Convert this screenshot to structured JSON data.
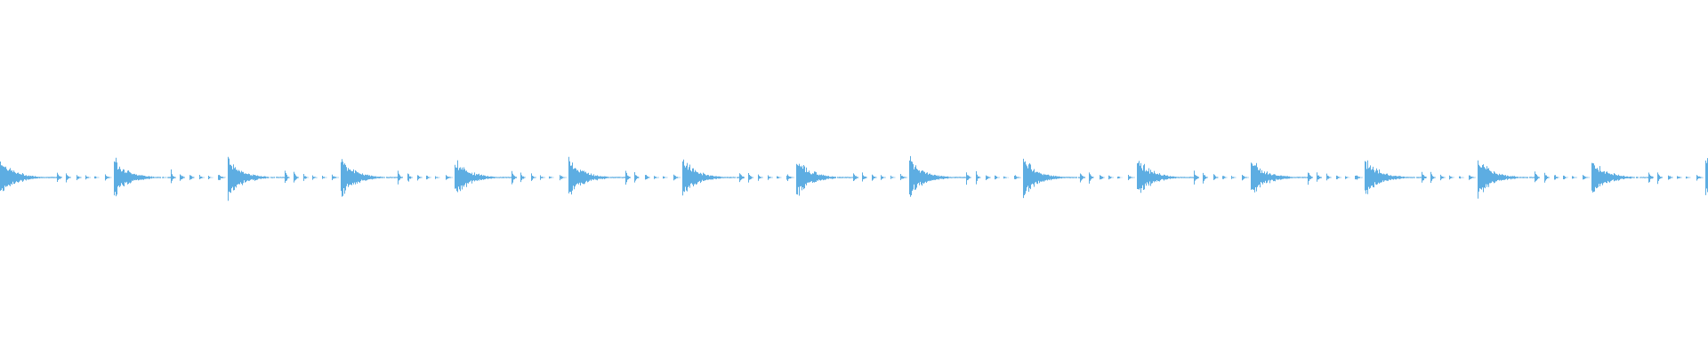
{
  "chart_data": {
    "type": "waveform",
    "color": "#5dade2",
    "background": "#ffffff",
    "axes": false,
    "grid": false,
    "x_unit": "beats",
    "x_range": [
      0,
      15
    ],
    "y_range": [
      -1,
      1
    ],
    "main_hits": {
      "beats": [
        0,
        1,
        2,
        3,
        4,
        5,
        6,
        7,
        8,
        9,
        10,
        11,
        12,
        13,
        14,
        15
      ],
      "peak_amplitude": 0.95,
      "decay_beats": 0.35,
      "tail_beats": 0.4
    },
    "ghost_hits": {
      "offsets_within_beat": [
        0.5,
        0.58,
        0.67,
        0.75,
        0.83,
        0.92
      ],
      "amplitudes": [
        0.35,
        0.28,
        0.18,
        0.12,
        0.08,
        0.12
      ]
    }
  }
}
